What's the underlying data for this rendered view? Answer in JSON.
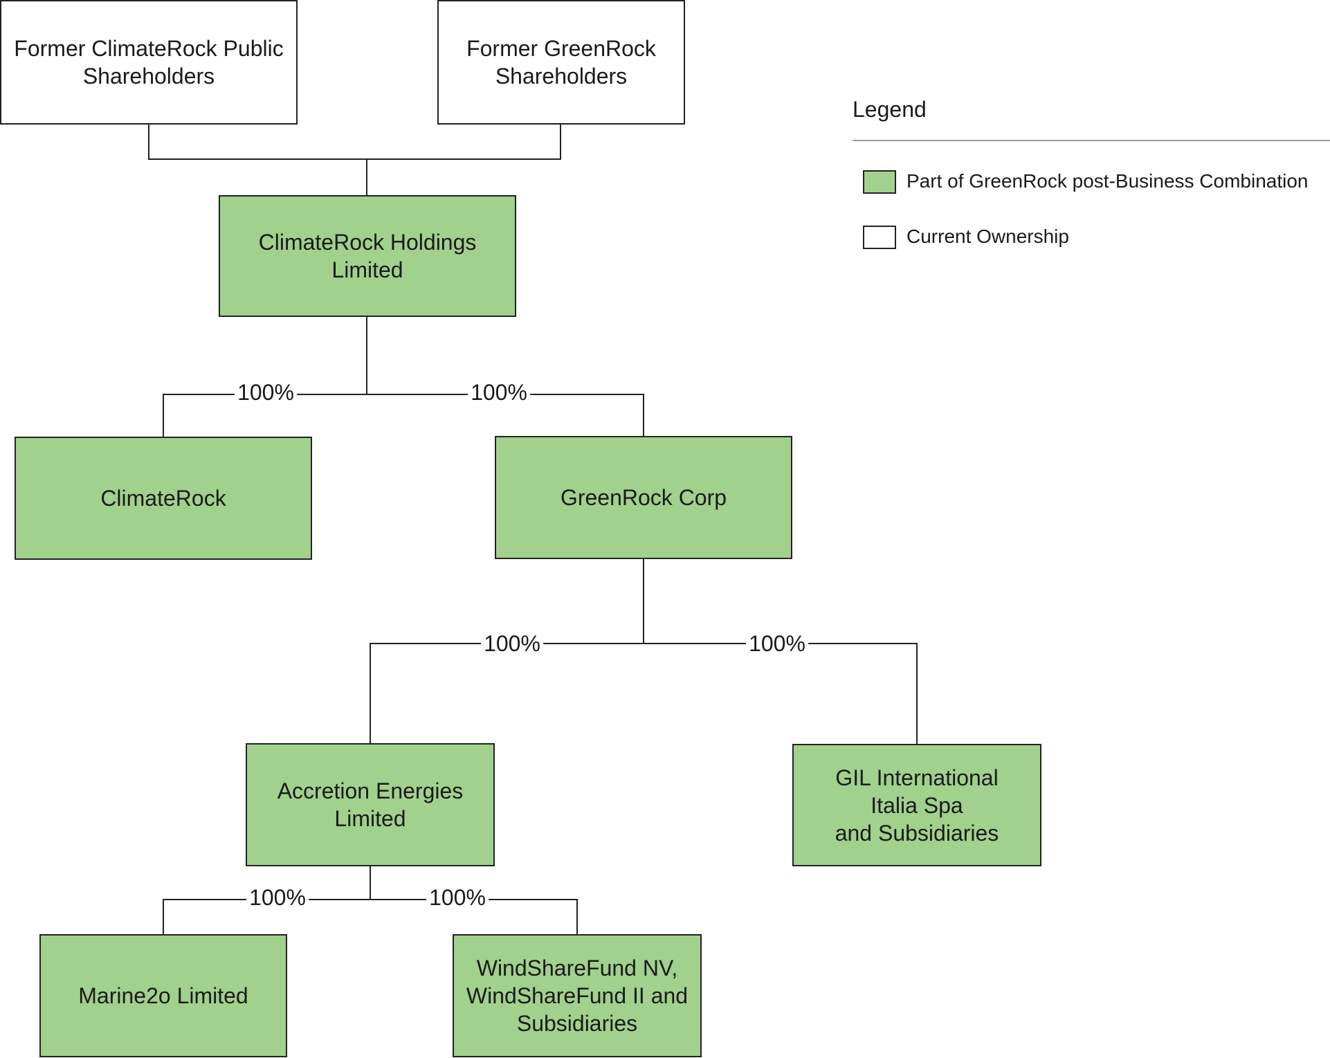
{
  "nodes": {
    "climaterock_public": "Former ClimateRock Public\nShareholders",
    "greenrock_shareholders": "Former GreenRock\nShareholders",
    "holdings": "ClimateRock Holdings\nLimited",
    "climaterock": "ClimateRock",
    "greenrock_corp": "GreenRock Corp",
    "accretion": "Accretion Energies\nLimited",
    "gil": "GIL International\nItalia Spa\nand Subsidiaries",
    "marine2o": "Marine2o Limited",
    "windshare": "WindShareFund NV,\nWindShareFund II and\nSubsidiaries"
  },
  "ownership": {
    "holdings_to_climaterock": "100%",
    "holdings_to_greenrock_corp": "100%",
    "greenrock_corp_to_accretion": "100%",
    "greenrock_corp_to_gil": "100%",
    "accretion_to_marine2o": "100%",
    "accretion_to_windshare": "100%"
  },
  "legend": {
    "title": "Legend",
    "items": [
      {
        "label": "Part of GreenRock post-Business Combination",
        "color": "#a1d18d"
      },
      {
        "label": "Current Ownership",
        "color": "#ffffff"
      }
    ]
  },
  "colors": {
    "entity_fill": "#a1d18d",
    "shareholder_fill": "#ffffff",
    "border": "#222222"
  }
}
